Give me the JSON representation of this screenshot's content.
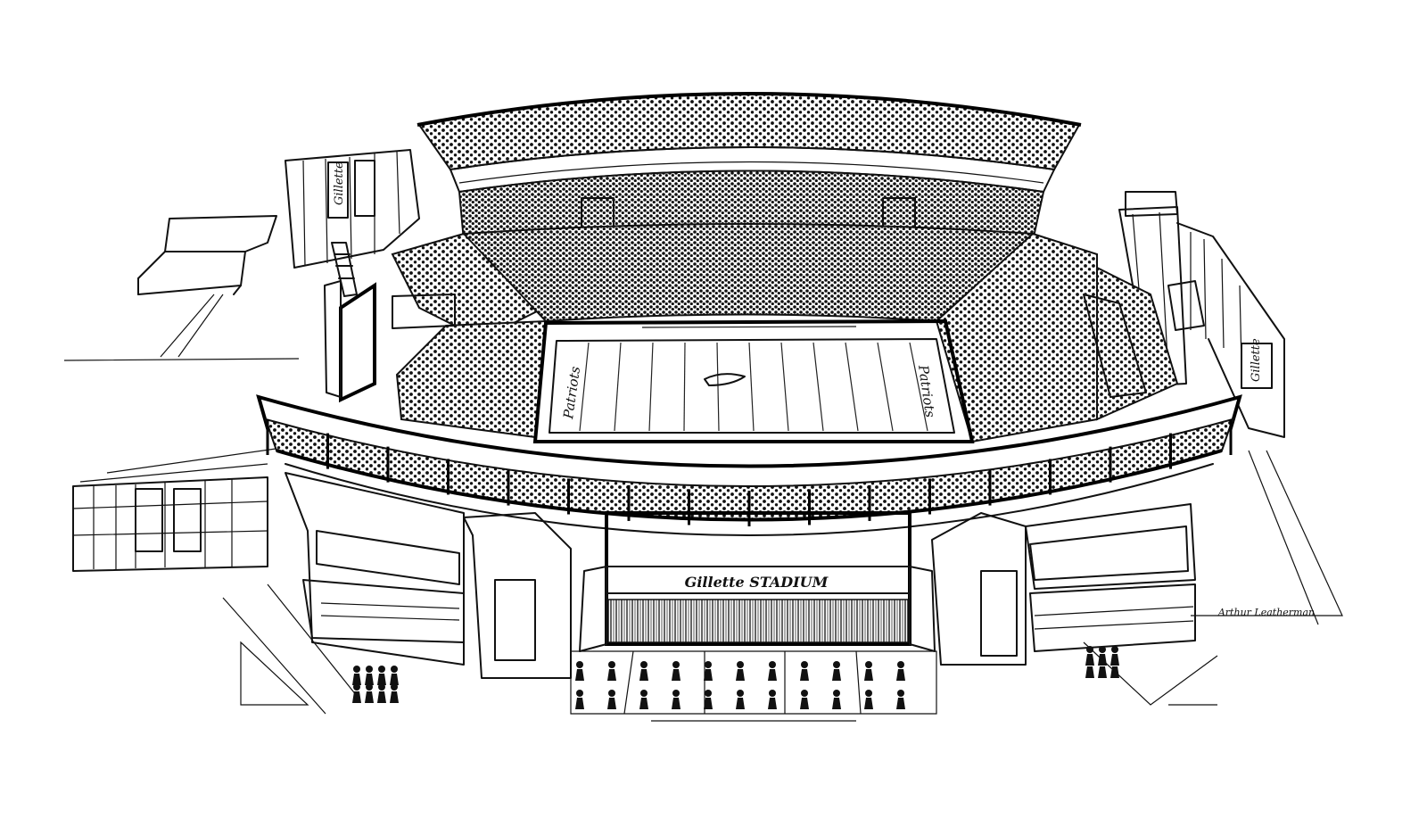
{
  "illustration": {
    "subject": "stadium-line-drawing",
    "colors": {
      "ink": "#111111",
      "paper": "#ffffff"
    },
    "field_end_zone_left": "Patriots",
    "field_end_zone_right": "Patriots",
    "entrance_sign": "Gillette STADIUM",
    "tower_sign_left": "Gillette",
    "tower_sign_right": "Gillette",
    "artist_signature": "Arthur Leatherman"
  }
}
